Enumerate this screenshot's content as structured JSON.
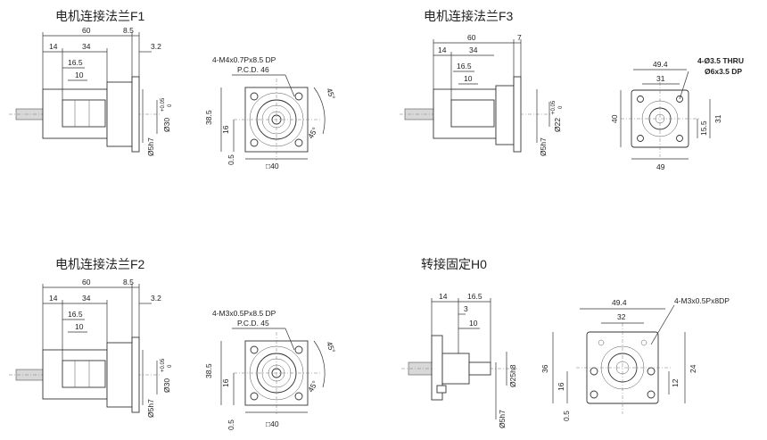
{
  "panels": {
    "f1": {
      "title": "电机连接法兰F1",
      "side": {
        "d60": "60",
        "d85": "8.5",
        "d14": "14",
        "d34": "34",
        "d32": "3.2",
        "d165": "16.5",
        "d10": "10",
        "d5h7": "Ø5h7",
        "d30": "Ø30",
        "tol": "+0.05",
        "tol0": "0"
      },
      "front": {
        "note1": "4-M4x0.7Px8.5 DP",
        "note2": "P.C.D. 46",
        "d385": "38.5",
        "d16": "16",
        "d05": "0.5",
        "sq40": "□40",
        "a45a": "45°",
        "a45b": "45°"
      }
    },
    "f3": {
      "title": "电机连接法兰F3",
      "side": {
        "d60": "60",
        "d7": "7",
        "d14": "14",
        "d34": "34",
        "d165": "16.5",
        "d10": "10",
        "d5h7": "Ø5h7",
        "d22": "Ø22",
        "tol": "+0.05",
        "tol0": "0"
      },
      "front": {
        "note1": "4-Ø3.5 THRU",
        "note2": "Ø6x3.5 DP",
        "d494": "49.4",
        "d31": "31",
        "d40": "40",
        "d155": "15.5",
        "d31v": "31",
        "d49": "49"
      }
    },
    "f2": {
      "title": "电机连接法兰F2",
      "side": {
        "d60": "60",
        "d85": "8.5",
        "d14": "14",
        "d34": "34",
        "d32": "3.2",
        "d165": "16.5",
        "d10": "10",
        "d5h7": "Ø5h7",
        "d30": "Ø30",
        "tol": "+0.05",
        "tol0": "0"
      },
      "front": {
        "note1": "4-M3x0.5Px8.5 DP",
        "note2": "P.C.D. 45",
        "d385": "38.5",
        "d16": "16",
        "d05": "0.5",
        "sq40": "□40",
        "a45a": "45°",
        "a45b": "45°"
      }
    },
    "h0": {
      "title": "转接固定H0",
      "side": {
        "d14": "14",
        "d165": "16.5",
        "d3": "3",
        "d10": "10",
        "d25h8": "Ø25h8",
        "d5h7": "Ø5h7"
      },
      "front": {
        "note1": "4-M3x0.5Px8DP",
        "d494": "49.4",
        "d32": "32",
        "d36": "36",
        "d16": "16",
        "d05": "0.5",
        "d24": "24",
        "d12": "12"
      }
    }
  }
}
